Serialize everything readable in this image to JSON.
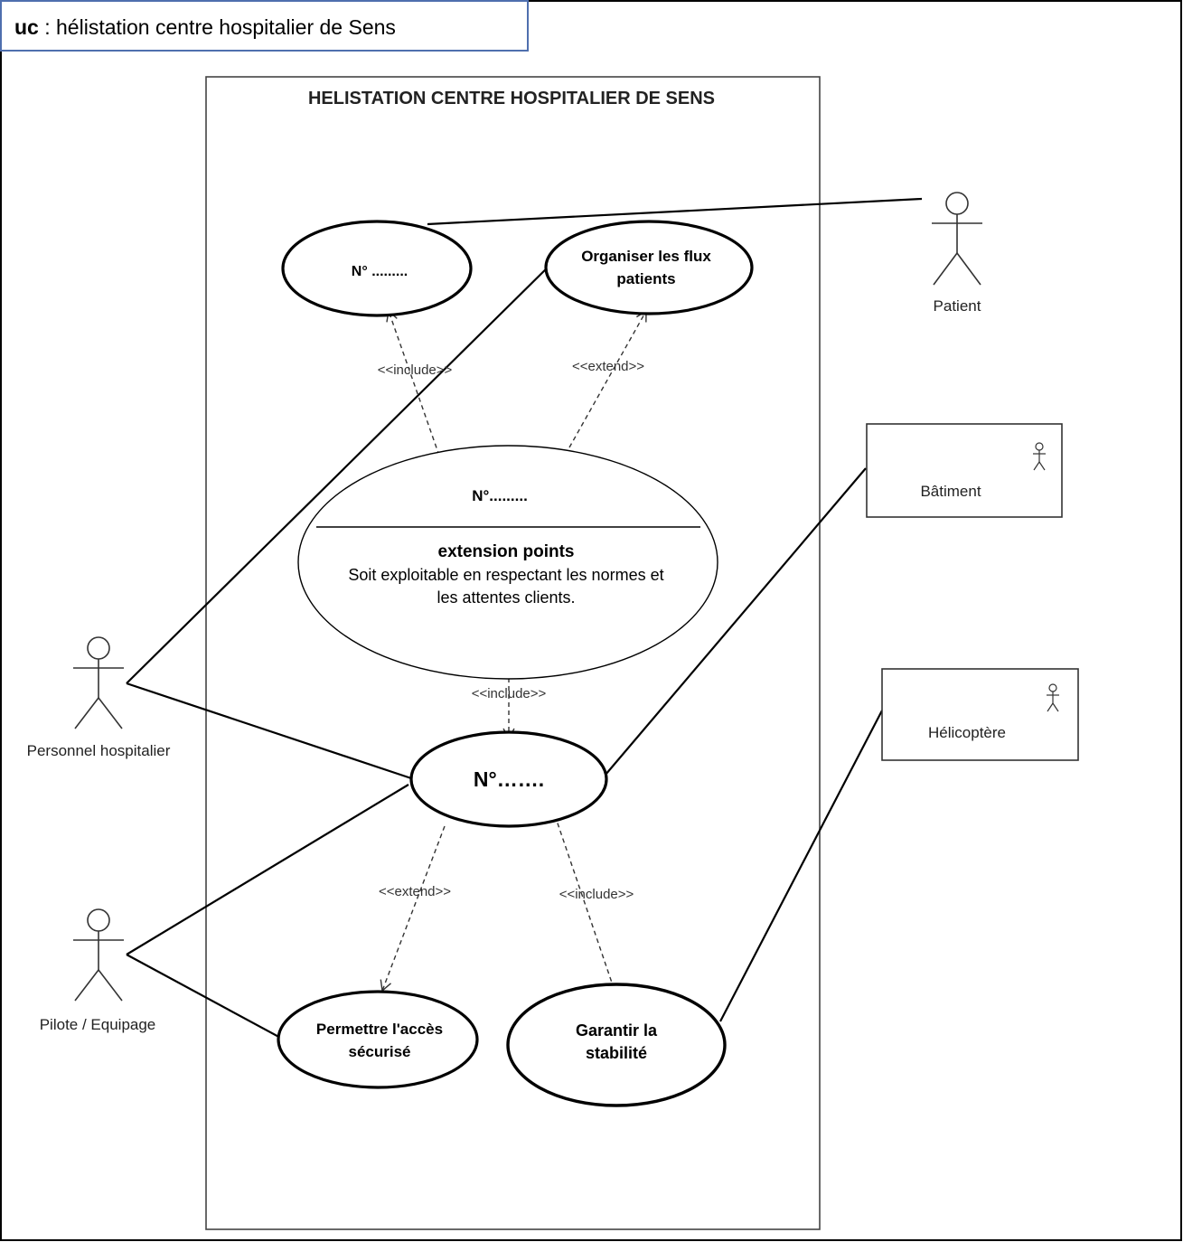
{
  "frame": {
    "keyword": "uc",
    "label": " : hélistation centre hospitalier de Sens"
  },
  "system": {
    "title": "HELISTATION CENTRE HOSPITALIER DE SENS"
  },
  "actors": {
    "patient": "Patient",
    "personnel": "Personnel hospitalier",
    "pilote": "Pilote / Equipage",
    "batiment": "Bâtiment",
    "helicoptere": "Hélicoptère"
  },
  "use_cases": {
    "uc_top_left": "N° .........",
    "uc_organiser_line1": "Organiser les flux",
    "uc_organiser_line2": "patients",
    "uc_center_name": "N°.........",
    "uc_center_ext_title": "extension points",
    "uc_center_ext_line1": "Soit exploitable en respectant les normes et",
    "uc_center_ext_line2": "les attentes clients.",
    "uc_main": "N°…….",
    "uc_acces_line1": "Permettre l'accès",
    "uc_acces_line2": "sécurisé",
    "uc_stabilite_line1": "Garantir la",
    "uc_stabilite_line2": "stabilité"
  },
  "relations": {
    "include_top": "<<include>>",
    "extend_top": "<<extend>>",
    "include_mid": "<<include>>",
    "extend_bottom": "<<extend>>",
    "include_bottom": "<<include>>"
  }
}
